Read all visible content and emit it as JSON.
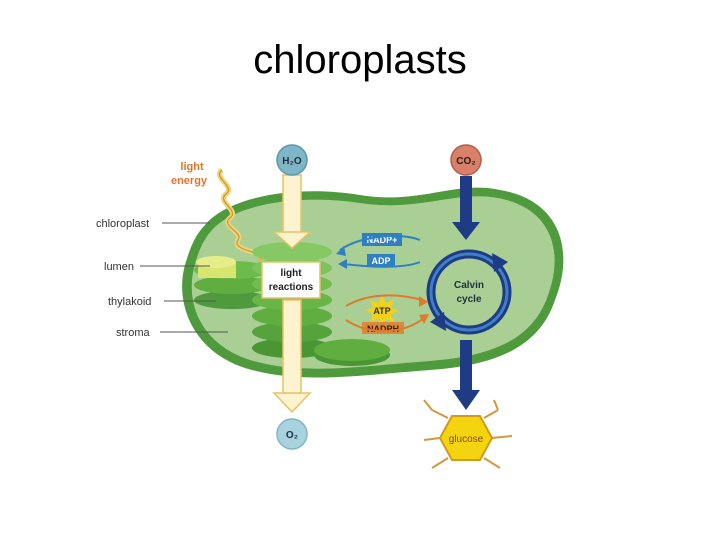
{
  "slide": {
    "title": "chloroplasts"
  },
  "diagram": {
    "light_energy": [
      "light",
      "energy"
    ],
    "side_labels": [
      "chloroplast",
      "lumen",
      "thylakoid",
      "stroma"
    ],
    "h2o": "H₂O",
    "co2": "CO₂",
    "o2": "O₂",
    "light_reactions": [
      "light",
      "reactions"
    ],
    "nadp_plus": "NADP+",
    "adp": "ADP",
    "atp": "ATP",
    "nadph": "NADPH",
    "calvin_cycle": [
      "Calvin",
      "cycle"
    ],
    "glucose": "glucose"
  },
  "colors": {
    "stroma_fill": "#a9cf95",
    "chloroplast_outline": "#4f9a3c",
    "thylakoid": "#5fae3f",
    "molecule_circle": "#7fb6c7",
    "co2_circle": "#d9806b",
    "dark_arrow": "#1f3b86",
    "nadp_box": "#2e7fc3",
    "atp_burst": "#f2d11b",
    "glucose_hex": "#f4d40f",
    "orange_text": "#e0762d"
  }
}
